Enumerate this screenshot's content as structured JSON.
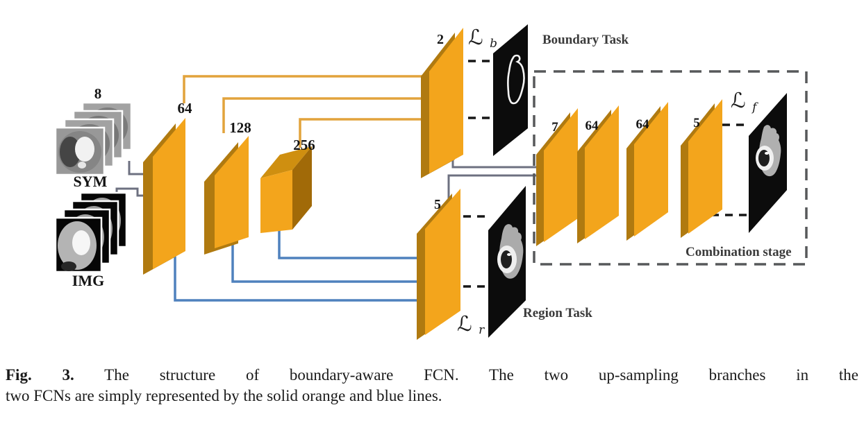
{
  "figure": {
    "inputs": {
      "sym_stack": {
        "count_label": "8",
        "label": "SYM"
      },
      "img_stack": {
        "label": "IMG"
      }
    },
    "shared_encoder": {
      "layer_labels": [
        "64",
        "128",
        "256"
      ]
    },
    "boundary_branch": {
      "layer_label": "2",
      "loss": {
        "symbol": "ℒ",
        "subscript": "b"
      },
      "task_label": "Boundary Task"
    },
    "region_branch": {
      "layer_label": "5",
      "loss": {
        "symbol": "ℒ",
        "subscript": "r"
      },
      "task_label": "Region Task"
    },
    "combination_stage": {
      "layer_labels": [
        "7",
        "64",
        "64",
        "5"
      ],
      "loss": {
        "symbol": "ℒ",
        "subscript": "f"
      },
      "label": "Combination stage"
    },
    "colors": {
      "slab_face": "#F3A51C",
      "slab_side": "#B07A10",
      "orange_line": "#E2A33C",
      "blue_line": "#4F81BD",
      "gray_line": "#6D7080",
      "dashed_box": "#57585A",
      "panel_black": "#0C0C0C"
    }
  },
  "caption": {
    "tag": "Fig. 3.",
    "line1_rest": "The structure of boundary-aware FCN. The two up-sampling branches in the",
    "line2": "two FCNs are simply represented by the solid orange and blue lines."
  }
}
